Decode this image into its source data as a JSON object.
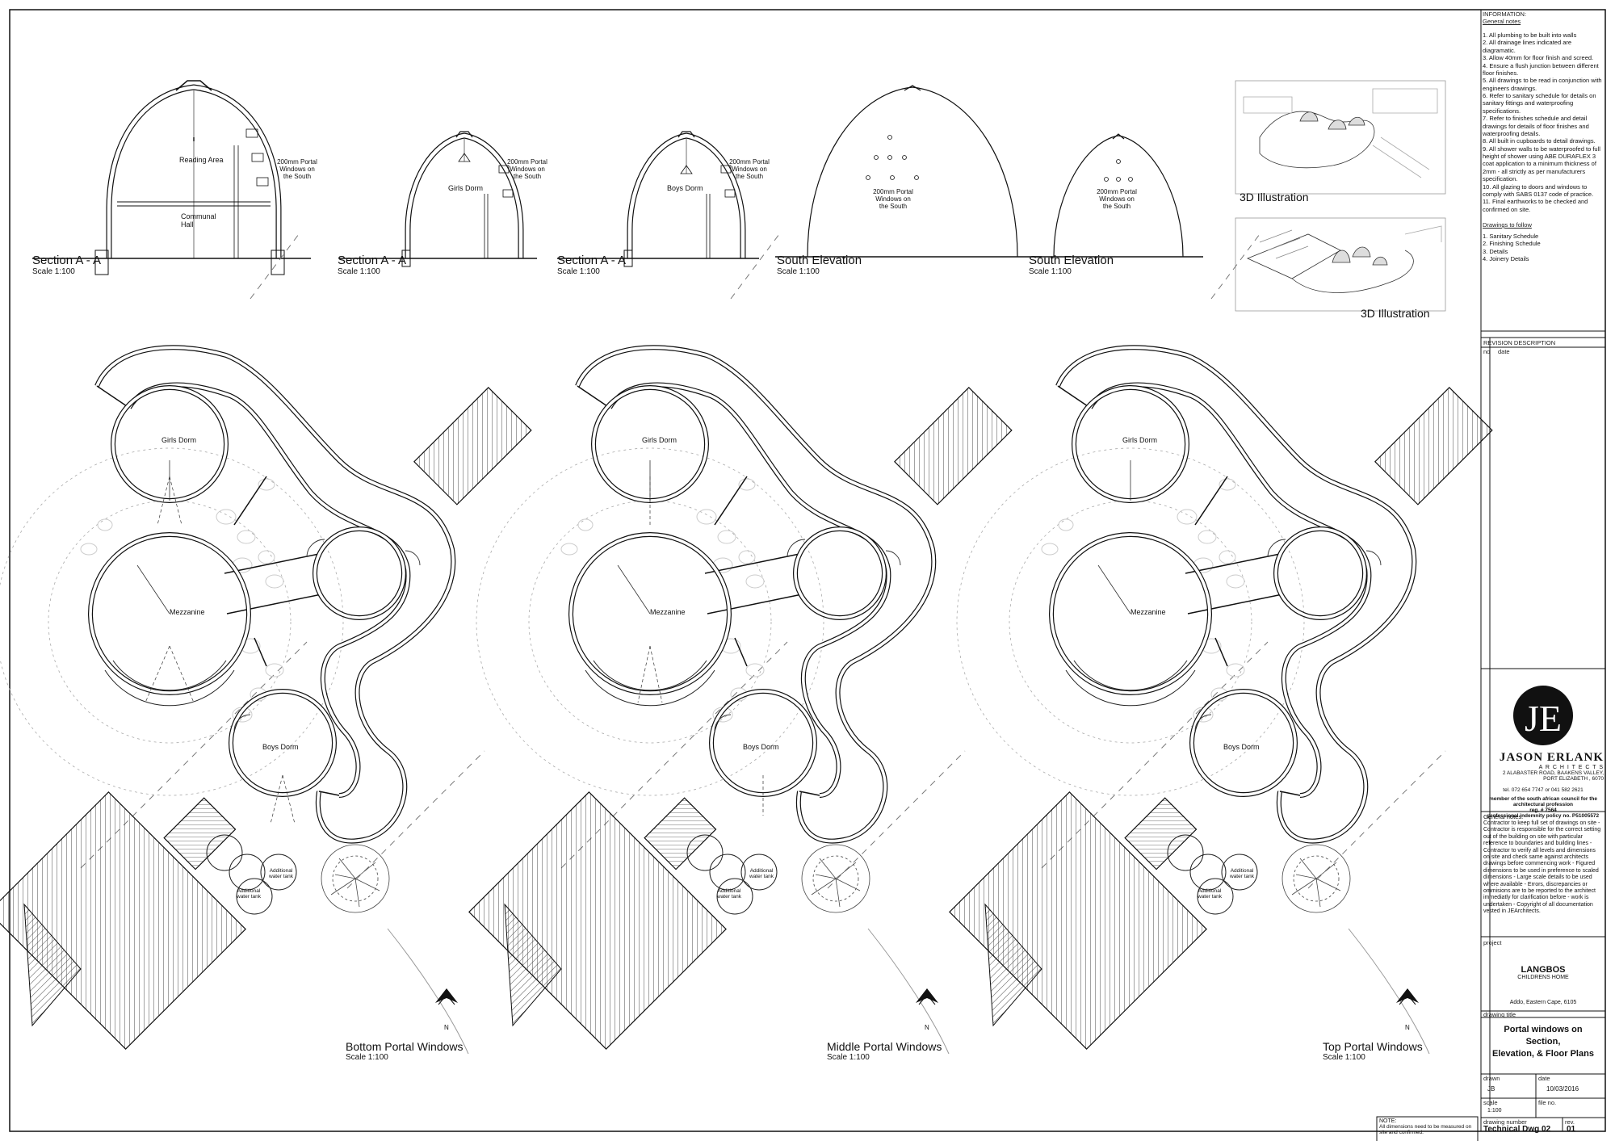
{
  "sections": [
    {
      "title": "Section A - A",
      "scale": "Scale 1:100",
      "labels": [
        "Reading Area",
        "Communal Hall",
        "200mm Portal Windows on the South"
      ]
    },
    {
      "title": "Section A - A",
      "scale": "Scale 1:100",
      "labels": [
        "Girls Dorm",
        "200mm Portal Windows on the South"
      ]
    },
    {
      "title": "Section A - A",
      "scale": "Scale 1:100",
      "labels": [
        "Boys Dorm",
        "200mm Portal Windows on the South"
      ]
    },
    {
      "title": "South Elevation",
      "scale": "Scale 1:100",
      "labels": [
        "200mm Portal Windows on the South"
      ]
    },
    {
      "title": "South Elevation",
      "scale": "Scale 1:100",
      "labels": [
        "200mm Portal Windows on the South"
      ]
    }
  ],
  "illustrations": [
    "3D Illustration",
    "3D Illustration"
  ],
  "plans": [
    {
      "title": "Bottom Portal Windows",
      "scale": "Scale 1:100"
    },
    {
      "title": "Middle Portal Windows",
      "scale": "Scale 1:100"
    },
    {
      "title": "Top Portal Windows",
      "scale": "Scale 1:100"
    }
  ],
  "plan_labels": {
    "girls": "Girls Dorm",
    "mezz": "Mezzanine",
    "boys": "Boys Dorm",
    "tank1": "Additional water tank",
    "tank2": "Additional water tank",
    "north": "N"
  },
  "info": {
    "heading": "INFORMATION:",
    "sub": "General notes",
    "notes": [
      "1. All plumbing to be built into walls",
      "2. All drainage lines indicated are diagramatic.",
      "3. Allow 40mm for floor finish and screed.",
      "4. Ensure a flush junction between different floor finishes.",
      "5. All drawings to be read in conjunction with engineers drawings.",
      "6. Refer to sanitary schedule for details on sanitary fittings and waterproofing specifications.",
      "7. Refer to finishes schedule and detail drawings for details of floor finishes and waterproofing details.",
      "8. All built in cupboards to detail drawings.",
      "9. All shower walls to be waterproofed to full height of shower using ABE DURAFLEX 3 coat application to a minimum thickness of 2mm - all strictly as per manufacturers specification.",
      "10. All glazing to doors and windows to comply with SABS 0137 code of practice.",
      "11. Final earthworks to be checked and confirmed on site."
    ],
    "follow_heading": "Drawings to follow",
    "follow": [
      "1. Sanitary Schedule",
      "2. Finishing Schedule",
      "3. Details",
      "4. Joinery Details"
    ]
  },
  "revision": {
    "heading": "REVISION DESCRIPTION",
    "no": "no",
    "date": "date"
  },
  "firm": {
    "logo": "JE",
    "name": "JASON ERLANK",
    "sub": "A R C H I T E C T S",
    "address1": "2 ALABASTER ROAD, BAAKENS VALLEY,",
    "address2": "PORT ELIZABETH , 6070",
    "tel": "tel. 072 654 7747 or 041 582 2621",
    "member1": "member of the south african council for the",
    "member2": "architectural profession",
    "reg": "reg. # 7564",
    "indemnity": "professional indemnity policy no. P51005572"
  },
  "general_notes": {
    "heading": "General notes:",
    "text": "Contractor to keep full set of drawings on site - Contractor is responsible for the correct setting out of the building on site with particular reference to boundaries and building lines - Contractor to verify all levels and dimensions on site and check same against architects drawings before commencing work - Figured dimensions to be used in preference to scaled dimensions - Large scale details to be used where available - Errors, discrepancies or ommisions are to be reported to the architect immediatly for clarification before - work is undertaken - Copyright of all documentation vested in JEArchitects."
  },
  "project": {
    "cap": "project",
    "name": "LANGBOS",
    "sub": "CHILDRENS HOME",
    "location": "Addo, Eastern Cape, 6105"
  },
  "drawing_title": {
    "cap": "drawing title",
    "l1": "Portal windows on",
    "l2": "Section,",
    "l3": "Elevation, & Floor Plans"
  },
  "meta": {
    "drawn_cap": "drawn",
    "drawn": "JB",
    "date_cap": "date",
    "date": "10/03/2016",
    "scale_cap": "scale",
    "scale": "1:100",
    "file_cap": "file no.",
    "file": ""
  },
  "number": {
    "cap": "drawing number",
    "value": "Technical Dwg 02",
    "rev_cap": "rev.",
    "rev": "01"
  },
  "note": {
    "heading": "NOTE:",
    "text": "All dimensions need to be measured on site and confirmed."
  }
}
